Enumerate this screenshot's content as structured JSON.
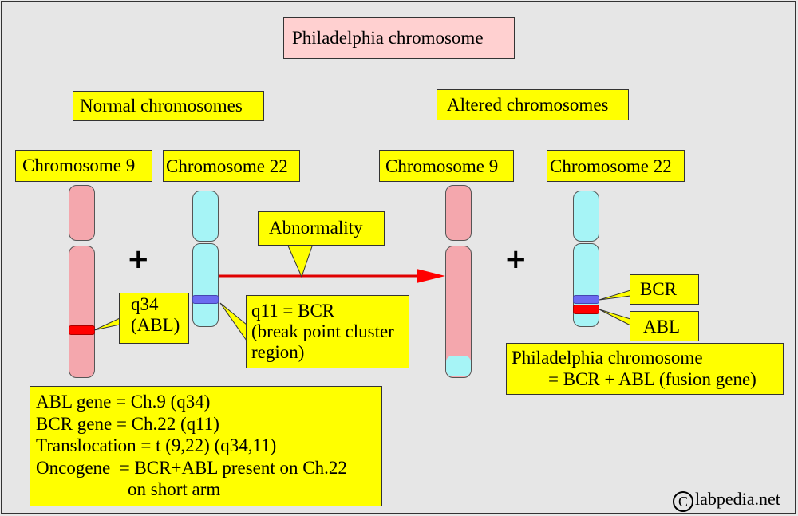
{
  "title": "Philadelphia chromosome",
  "sections": {
    "normal": "Normal chromosomes",
    "altered": "Altered chromosomes"
  },
  "labels": {
    "normal_ch9": "Chromosome 9",
    "normal_ch22": "Chromosome 22",
    "altered_ch9": "Chromosome 9",
    "altered_ch22": "Chromosome 22"
  },
  "plus_sign": "+",
  "abnormality": "Abnormality",
  "q34_label": "q34\n(ABL)",
  "q11_label": "q11 = BCR\n(break point cluster\nregion)",
  "bcr_label": "BCR",
  "abl_label": "ABL",
  "fusion_label": "Philadelphia chromosome\n        = BCR + ABL (fusion gene)",
  "summary": "ABL gene = Ch.9 (q34)\nBCR gene = Ch.22 (q11)\nTranslocation = t (9,22) (q34,11)\nOncogene  = BCR+ABL present on Ch.22\n                    on short arm",
  "watermark": {
    "symbol": "C",
    "text": "labpedia.net"
  },
  "colors": {
    "chromosome_9": "#f4a7ad",
    "chromosome_22": "#a6f4f6",
    "abl_band": "#ff0000",
    "bcr_band": "#6b6bf0",
    "arrow": "#e00000",
    "callout": "#ffff00",
    "title_box": "#ffd0d0"
  }
}
